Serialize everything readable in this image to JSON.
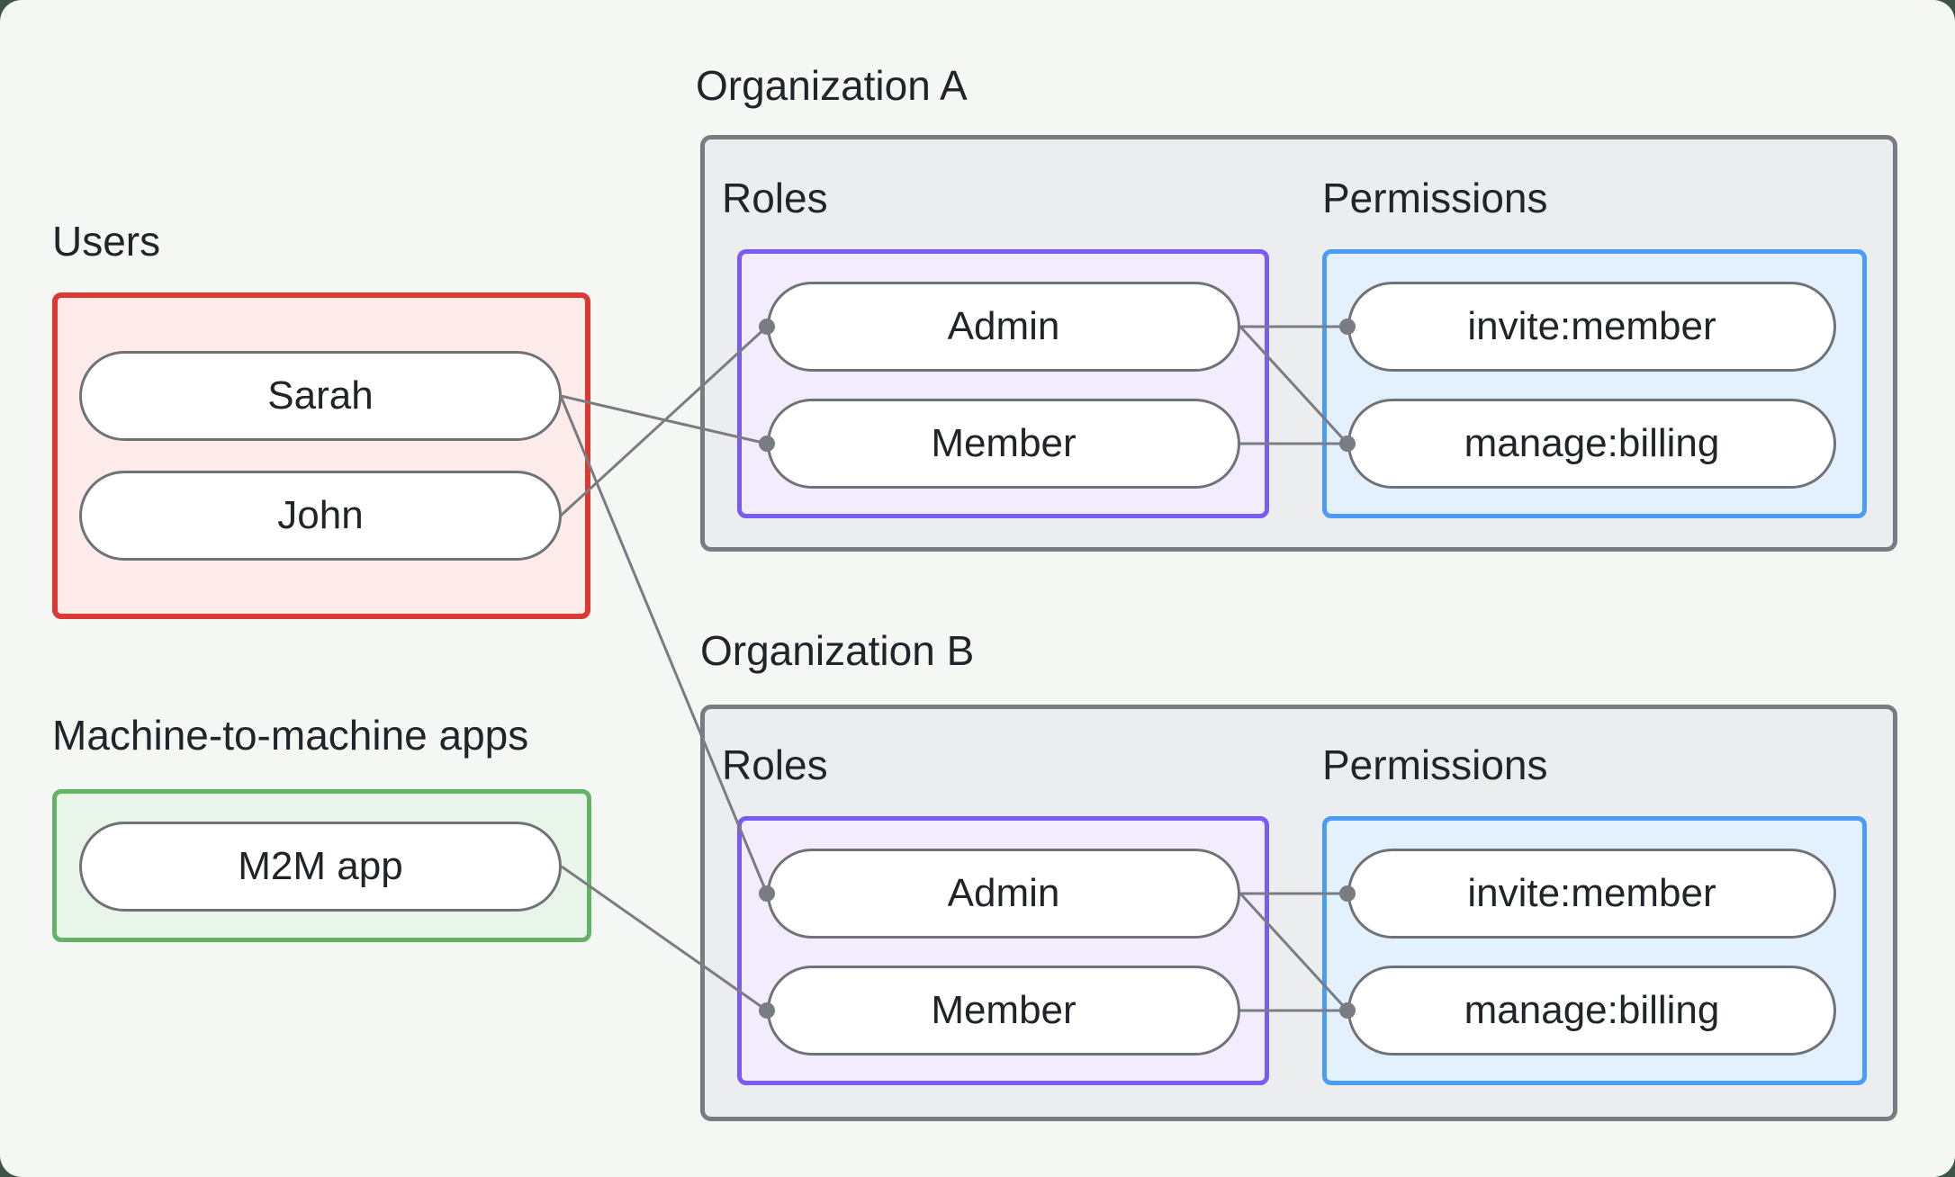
{
  "page": {
    "background": "#f5f7f5",
    "frame_color": "#3c5546"
  },
  "palette": {
    "users_border": "#da3a33",
    "users_fill": "#fcebe9",
    "m2m_border": "#64b266",
    "m2m_fill": "#e9f5e8",
    "org_border": "#797c80",
    "org_fill": "#ebedee",
    "roles_border": "#7b5bf5",
    "roles_fill": "#f2ecfd",
    "permissions_border": "#4a9cf8",
    "permissions_fill": "#e3f0fd",
    "connector": "#797c80",
    "text": "#212529"
  },
  "users_section": {
    "label": "Users",
    "items": [
      "Sarah",
      "John"
    ]
  },
  "m2m_section": {
    "label": "Machine-to-machine apps",
    "items": [
      "M2M app"
    ]
  },
  "orgs": [
    {
      "title": "Organization A",
      "roles_label": "Roles",
      "permissions_label": "Permissions",
      "roles": [
        "Admin",
        "Member"
      ],
      "permissions": [
        "invite:member",
        "manage:billing"
      ]
    },
    {
      "title": "Organization B",
      "roles_label": "Roles",
      "permissions_label": "Permissions",
      "roles": [
        "Admin",
        "Member"
      ],
      "permissions": [
        "invite:member",
        "manage:billing"
      ]
    }
  ],
  "connections": [
    {
      "from": "Sarah",
      "to": "Organization A / Member"
    },
    {
      "from": "Sarah",
      "to": "Organization B / Admin"
    },
    {
      "from": "John",
      "to": "Organization A / Admin"
    },
    {
      "from": "M2M app",
      "to": "Organization B / Member"
    },
    {
      "from": "Organization A / Admin",
      "to": "Organization A / invite:member"
    },
    {
      "from": "Organization A / Admin",
      "to": "Organization A / manage:billing"
    },
    {
      "from": "Organization A / Member",
      "to": "Organization A / manage:billing"
    },
    {
      "from": "Organization B / Admin",
      "to": "Organization B / invite:member"
    },
    {
      "from": "Organization B / Admin",
      "to": "Organization B / manage:billing"
    },
    {
      "from": "Organization B / Member",
      "to": "Organization B / manage:billing"
    }
  ]
}
